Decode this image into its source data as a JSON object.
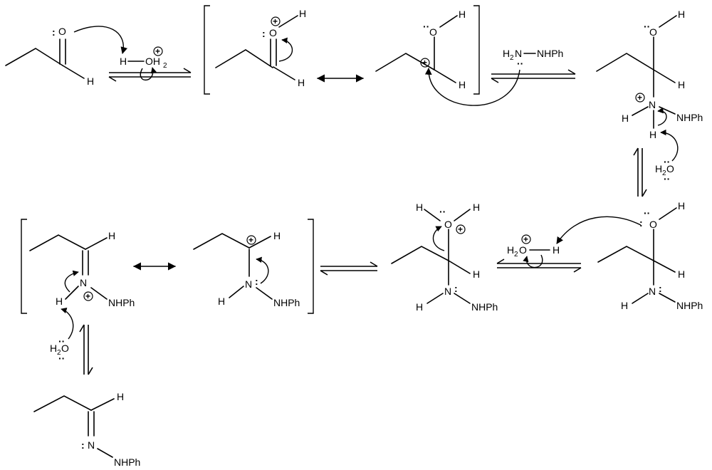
{
  "atoms": {
    "O": "O",
    "H": "H",
    "N": "N",
    "OH2": "OH",
    "OH2_sub": "2",
    "H2O_H": "H",
    "H2O_sub": "2",
    "H2O_O": "O",
    "NHPh": "NHPh",
    "H2N": "H",
    "H2N_sub": "2",
    "H2N_N": "N",
    "dash_NHPh": "NHPh"
  },
  "symbols": {
    "plus": "+",
    "lone_pair_h": "··",
    "lone_pair_v": ":",
    "dash": "–"
  },
  "reagents": {
    "hydrazine_label": "H2N–NHPh"
  },
  "colors": {
    "ink": "#000000",
    "background": "#ffffff"
  }
}
